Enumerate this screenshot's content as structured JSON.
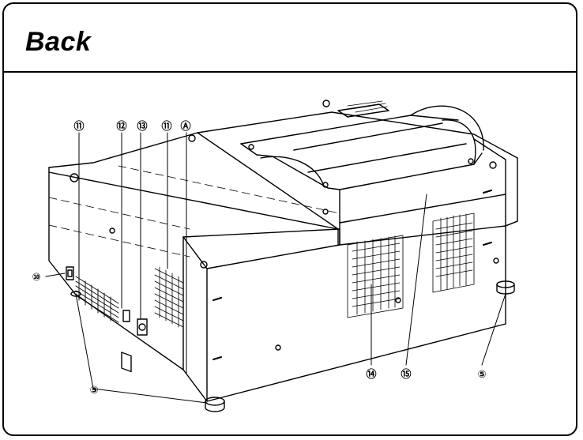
{
  "title": "Back",
  "callouts": [
    {
      "id": "c10",
      "label": "⑩"
    },
    {
      "id": "c11a",
      "label": "⑪"
    },
    {
      "id": "c12",
      "label": "⑫"
    },
    {
      "id": "c13",
      "label": "⑬"
    },
    {
      "id": "c11b",
      "label": "⑪"
    },
    {
      "id": "cA",
      "label": "Ⓐ"
    },
    {
      "id": "c5a",
      "label": "⑤"
    },
    {
      "id": "c14",
      "label": "⑭"
    },
    {
      "id": "c15",
      "label": "⑮"
    },
    {
      "id": "c5b",
      "label": "⑤"
    }
  ],
  "colors": {
    "line": "#000000",
    "background": "#ffffff"
  }
}
